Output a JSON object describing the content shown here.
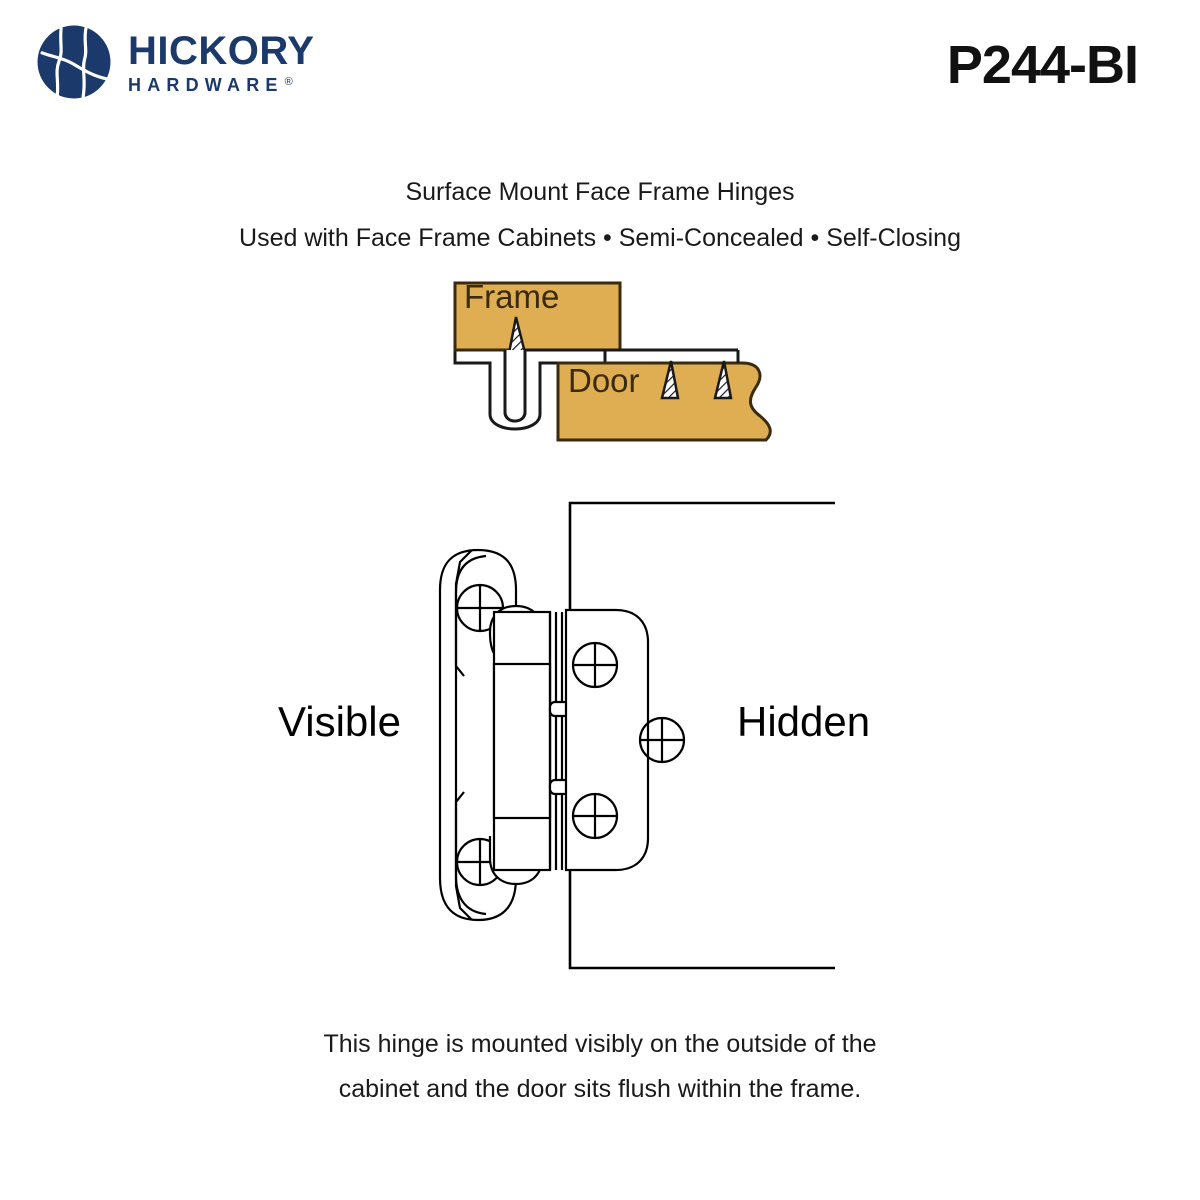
{
  "brand": {
    "name": "HICKORY",
    "tagline": "HARDWARE",
    "registered": "®",
    "logo_icon": "hickory-circle-logo-icon",
    "color": "#1b3a6b"
  },
  "product": {
    "code": "P244-BI"
  },
  "headings": {
    "primary": "Surface Mount Face Frame Hinges",
    "secondary": "Used with Face Frame Cabinets • Semi-Concealed • Self-Closing"
  },
  "cross_section": {
    "frame_label": "Frame",
    "door_label": "Door",
    "wood_fill": "#E0AE52",
    "wood_stroke": "#3a2a10",
    "hinge_stroke": "#1a1a1a"
  },
  "hinge_diagram": {
    "visible_label": "Visible",
    "hidden_label": "Hidden",
    "line_color": "#000000",
    "screw_icon": "screw-head-icon",
    "screw_count_front_plate": 2,
    "screw_count_mounting_plate": 3
  },
  "caption": {
    "line1": "This hinge is mounted visibly on the outside of the",
    "line2": "cabinet and the door sits flush within the frame."
  }
}
